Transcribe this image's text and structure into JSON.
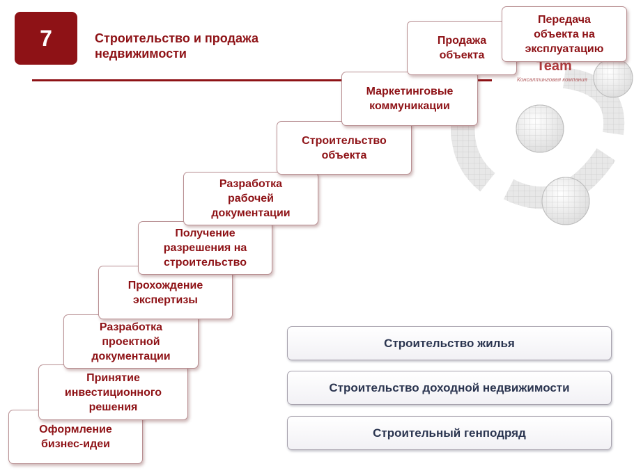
{
  "slide": {
    "number": "7",
    "title": "Строительство и продажа\nнедвижимости"
  },
  "logo": {
    "name": "Team",
    "tagline": "Консалтинговая компания"
  },
  "steps": [
    "Оформление\nбизнес-идеи",
    "Принятие\nинвестиционного\nрешения",
    "Разработка\nпроектной\nдокументации",
    "Прохождение\nэкспертизы",
    "Получение\nразрешения на\nстроительство",
    "Разработка\nрабочей\nдокументации",
    "Строительство\nобъекта",
    "Маркетинговые\nкоммуникации",
    "Продажа\nобъекта",
    "Передача\nобъекта на\nэксплуатацию"
  ],
  "categories": [
    "Строительство жилья",
    "Строительство доходной недвижимости",
    "Строительный генподряд"
  ]
}
